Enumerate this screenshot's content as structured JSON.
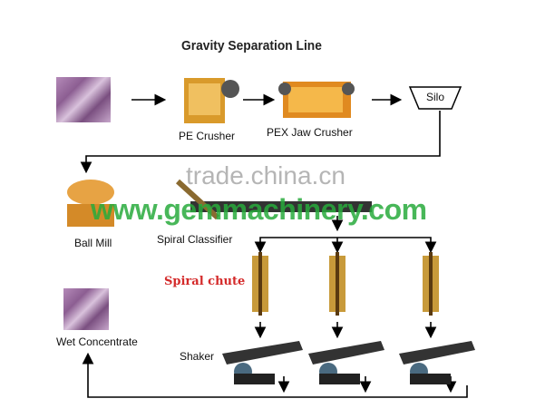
{
  "title": "Gravity Separation Line",
  "labels": {
    "pe_crusher": "PE Crusher",
    "pex_crusher": "PEX Jaw Crusher",
    "silo": "Silo",
    "ball_mill": "Ball Mill",
    "spiral_classifier": "Spiral Classifier",
    "spiral_chute": "Spiral chute",
    "wet_concentrate": "Wet Concentrate",
    "shaker": "Shaker"
  },
  "watermarks": [
    "trade.china.cn",
    "www.gemmachinery.com"
  ],
  "colors": {
    "accent_red": "#d42a2a",
    "watermark_green": "#28aa3c"
  }
}
